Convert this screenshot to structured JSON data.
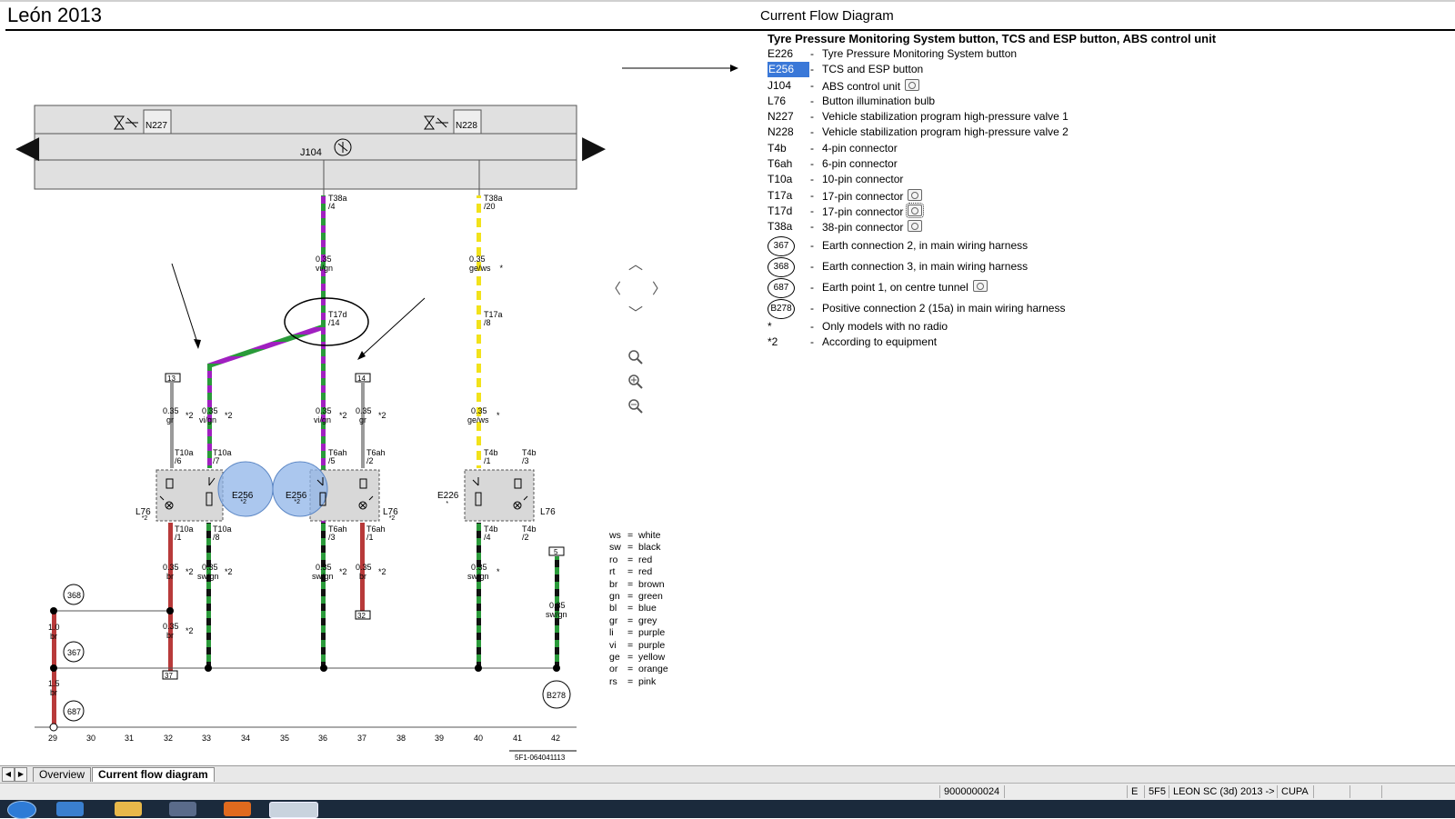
{
  "app_title": "León 2013",
  "page_title": "Current Flow Diagram",
  "legend": {
    "heading": "Tyre Pressure Monitoring System button, TCS and ESP button, ABS control unit",
    "items": [
      {
        "code": "E226",
        "desc": "Tyre Pressure Monitoring System button"
      },
      {
        "code": "E256",
        "desc": "TCS and ESP button",
        "selected": true
      },
      {
        "code": "J104",
        "desc": "ABS control unit",
        "icon": "camera-icon"
      },
      {
        "code": "L76",
        "desc": "Button illumination bulb"
      },
      {
        "code": "N227",
        "desc": "Vehicle stabilization program high-pressure valve 1"
      },
      {
        "code": "N228",
        "desc": "Vehicle stabilization program high-pressure valve 2"
      },
      {
        "code": "T4b",
        "desc": "4-pin connector"
      },
      {
        "code": "T6ah",
        "desc": "6-pin connector"
      },
      {
        "code": "T10a",
        "desc": "10-pin connector"
      },
      {
        "code": "T17a",
        "desc": "17-pin connector",
        "icon": "camera-icon"
      },
      {
        "code": "T17d",
        "desc": "17-pin connector",
        "icon": "camera-icon"
      },
      {
        "code": "T38a",
        "desc": "38-pin connector",
        "icon": "camera-icon"
      }
    ],
    "circle_items": [
      {
        "code": "367",
        "desc": "Earth connection 2, in main wiring harness"
      },
      {
        "code": "368",
        "desc": "Earth connection 3, in main wiring harness"
      },
      {
        "code": "687",
        "desc": "Earth point 1, on centre tunnel",
        "icon": "camera-icon"
      },
      {
        "code": "B278",
        "desc": "Positive connection 2 (15a) in main wiring harness"
      }
    ],
    "notes": [
      {
        "code": "*",
        "desc": "Only models with no radio"
      },
      {
        "code": "*2",
        "desc": "According to equipment"
      }
    ]
  },
  "color_key": [
    {
      "code": "ws",
      "name": "white"
    },
    {
      "code": "sw",
      "name": "black"
    },
    {
      "code": "ro",
      "name": "red"
    },
    {
      "code": "rt",
      "name": "red"
    },
    {
      "code": "br",
      "name": "brown"
    },
    {
      "code": "gn",
      "name": "green"
    },
    {
      "code": "bl",
      "name": "blue"
    },
    {
      "code": "gr",
      "name": "grey"
    },
    {
      "code": "li",
      "name": "purple"
    },
    {
      "code": "vi",
      "name": "purple"
    },
    {
      "code": "ge",
      "name": "yellow"
    },
    {
      "code": "or",
      "name": "orange"
    },
    {
      "code": "rs",
      "name": "pink"
    }
  ],
  "diagram": {
    "control_unit": "J104",
    "valve_1": "N227",
    "valve_2": "N228",
    "pin_t38a_4": [
      "T38a",
      "/4"
    ],
    "pin_t38a_20": [
      "T38a",
      "/20"
    ],
    "pin_t17d": [
      "T17d",
      "/14"
    ],
    "pin_t17a": [
      "T17a",
      "/8"
    ],
    "wire_top_1": [
      "0.35",
      "vi/gn"
    ],
    "wire_top_2": [
      "0.35",
      "ge/ws",
      "*"
    ],
    "box_13": "13",
    "box_14": "14",
    "box_5": "5",
    "box_32": "32",
    "box_37": "37",
    "mid_wires": [
      {
        "size": "0.35",
        "color": "gr",
        "note": "*2"
      },
      {
        "size": "0.35",
        "color": "vi/gn",
        "note": "*2"
      },
      {
        "size": "0.35",
        "color": "vi/gn",
        "note": "*2"
      },
      {
        "size": "0.35",
        "color": "gr",
        "note": "*2"
      },
      {
        "size": "0.35",
        "color": "ge/ws",
        "note": "*"
      }
    ],
    "upper_pins": [
      [
        "T10a",
        "/6"
      ],
      [
        "T10a",
        "/7"
      ],
      [
        "T6ah",
        "/5"
      ],
      [
        "T6ah",
        "/2"
      ],
      [
        "T4b",
        "/1"
      ],
      [
        "T4b",
        "/3"
      ]
    ],
    "lower_pins": [
      [
        "T10a",
        "/1"
      ],
      [
        "T10a",
        "/8"
      ],
      [
        "T6ah",
        "/3"
      ],
      [
        "T6ah",
        "/1"
      ],
      [
        "T4b",
        "/4"
      ],
      [
        "T4b",
        "/2"
      ]
    ],
    "lower_wires": [
      {
        "size": "0.35",
        "color": "br",
        "note": "*2"
      },
      {
        "size": "0.35",
        "color": "sw/gn",
        "note": "*2"
      },
      {
        "size": "0.35",
        "color": "sw/gn",
        "note": "*2"
      },
      {
        "size": "0.35",
        "color": "br",
        "note": "*2"
      },
      {
        "size": "0.35",
        "color": "sw/gn",
        "note": "*"
      }
    ],
    "wire_b278": [
      "0.35",
      "sw/gn"
    ],
    "wire_br_10": [
      "1.0",
      "br"
    ],
    "wire_br_15": [
      "1.5",
      "br"
    ],
    "wire_br_32": [
      "0.35",
      "br",
      "*2"
    ],
    "component_e256": "E256",
    "component_e256_sub": "*2",
    "component_e226": "E226",
    "component_e226_sub": "*",
    "component_l76": "L76",
    "component_l76_sub": "*2",
    "earth_368": "368",
    "earth_367": "367",
    "earth_687": "687",
    "positive_b278": "B278",
    "track_numbers": [
      "29",
      "30",
      "31",
      "32",
      "33",
      "34",
      "35",
      "36",
      "37",
      "38",
      "39",
      "40",
      "41",
      "42"
    ],
    "diagram_ref": "5F1-064041113"
  },
  "tabs": [
    {
      "label": "Overview",
      "active": false
    },
    {
      "label": "Current flow diagram",
      "active": true
    }
  ],
  "status": {
    "id": "9000000024",
    "cell_e": "E",
    "cell_5f5": "5F5",
    "model": "LEON SC (3d) 2013 ->",
    "code": "CUPA"
  },
  "colors": {
    "wire_violet": "#a020c0",
    "wire_green": "#2a9a3a",
    "wire_yellow": "#f2e21a",
    "wire_grey": "#9a9a9a",
    "wire_brown": "#b83a3a",
    "wire_black": "#111111",
    "highlight_circle": "#8fb4e8",
    "selection": "#3a78d8",
    "unit_fill": "#e0e0e0"
  }
}
